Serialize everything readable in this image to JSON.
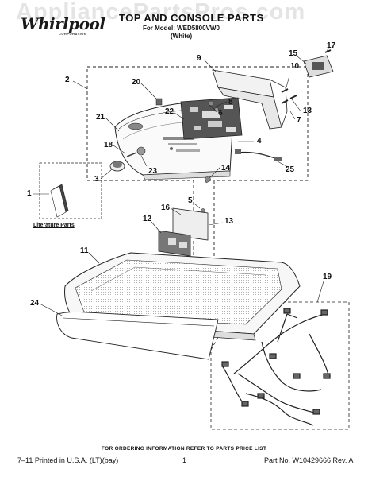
{
  "watermark": "AppliancePartsPros.com",
  "brand": {
    "name": "Whirlpool",
    "sub": "CORPORATION"
  },
  "header": {
    "title": "TOP AND CONSOLE PARTS",
    "model": "For Model: WED5800VW0",
    "color": "(White)"
  },
  "literature_label": "Literature Parts",
  "callouts": [
    "1",
    "2",
    "3",
    "4",
    "5",
    "6",
    "7",
    "8",
    "9",
    "10",
    "11",
    "12",
    "13",
    "13",
    "14",
    "15",
    "16",
    "17",
    "18",
    "19",
    "20",
    "21",
    "22",
    "23",
    "24",
    "25"
  ],
  "footer": {
    "note": "FOR ORDERING INFORMATION REFER TO PARTS PRICE LIST",
    "left": "7–11 Printed in U.S.A. (LT)(bay)",
    "page": "1",
    "part_no": "Part No. W10429666 Rev. A"
  }
}
